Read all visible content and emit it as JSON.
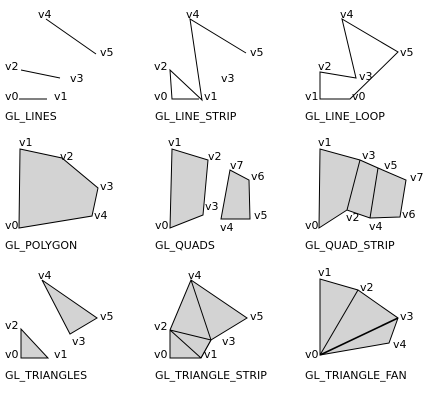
{
  "fill_color": "#d3d3d3",
  "stroke_color": "#000000",
  "panels": [
    {
      "title": "GL_LINES",
      "vertices": [
        "v0",
        "v1",
        "v2",
        "v3",
        "v4",
        "v5"
      ]
    },
    {
      "title": "GL_LINE_STRIP",
      "vertices": [
        "v0",
        "v1",
        "v2",
        "v3",
        "v4",
        "v5"
      ]
    },
    {
      "title": "GL_LINE_LOOP",
      "vertices": [
        "v0",
        "v1",
        "v2",
        "v3",
        "v4",
        "v5"
      ]
    },
    {
      "title": "GL_POLYGON",
      "vertices": [
        "v0",
        "v1",
        "v2",
        "v3",
        "v4"
      ]
    },
    {
      "title": "GL_QUADS",
      "vertices": [
        "v0",
        "v1",
        "v2",
        "v3",
        "v4",
        "v5",
        "v6",
        "v7"
      ]
    },
    {
      "title": "GL_QUAD_STRIP",
      "vertices": [
        "v0",
        "v1",
        "v2",
        "v3",
        "v4",
        "v5",
        "v6",
        "v7"
      ]
    },
    {
      "title": "GL_TRIANGLES",
      "vertices": [
        "v0",
        "v1",
        "v2",
        "v3",
        "v4",
        "v5"
      ]
    },
    {
      "title": "GL_TRIANGLE_STRIP",
      "vertices": [
        "v0",
        "v1",
        "v2",
        "v3",
        "v4",
        "v5"
      ]
    },
    {
      "title": "GL_TRIANGLE_FAN",
      "vertices": [
        "v0",
        "v1",
        "v2",
        "v3",
        "v4"
      ]
    }
  ]
}
